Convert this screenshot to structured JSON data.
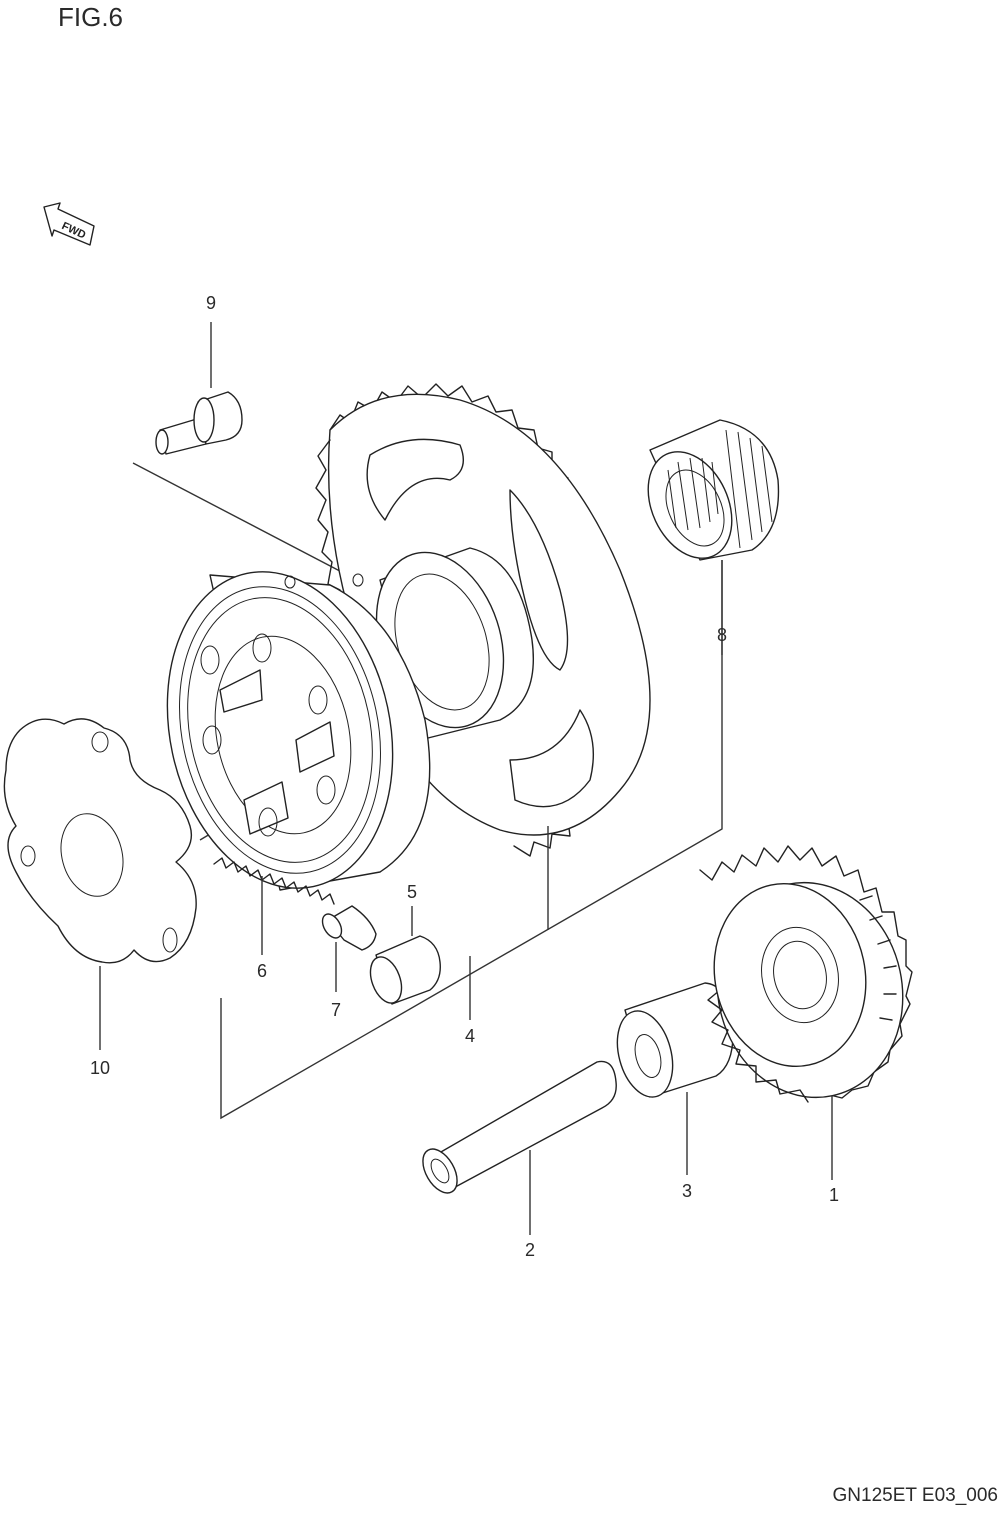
{
  "figure": {
    "title": "FIG.6",
    "code": "GN125ET E03_006",
    "fwd_label": "FWD"
  },
  "callouts": [
    {
      "id": "1",
      "text": "1"
    },
    {
      "id": "2",
      "text": "2"
    },
    {
      "id": "3",
      "text": "3"
    },
    {
      "id": "4",
      "text": "4"
    },
    {
      "id": "5",
      "text": "5"
    },
    {
      "id": "6",
      "text": "6"
    },
    {
      "id": "7",
      "text": "7"
    },
    {
      "id": "8",
      "text": "8"
    },
    {
      "id": "9",
      "text": "9"
    },
    {
      "id": "10",
      "text": "10"
    }
  ],
  "colors": {
    "line": "#222222",
    "background": "#ffffff"
  }
}
